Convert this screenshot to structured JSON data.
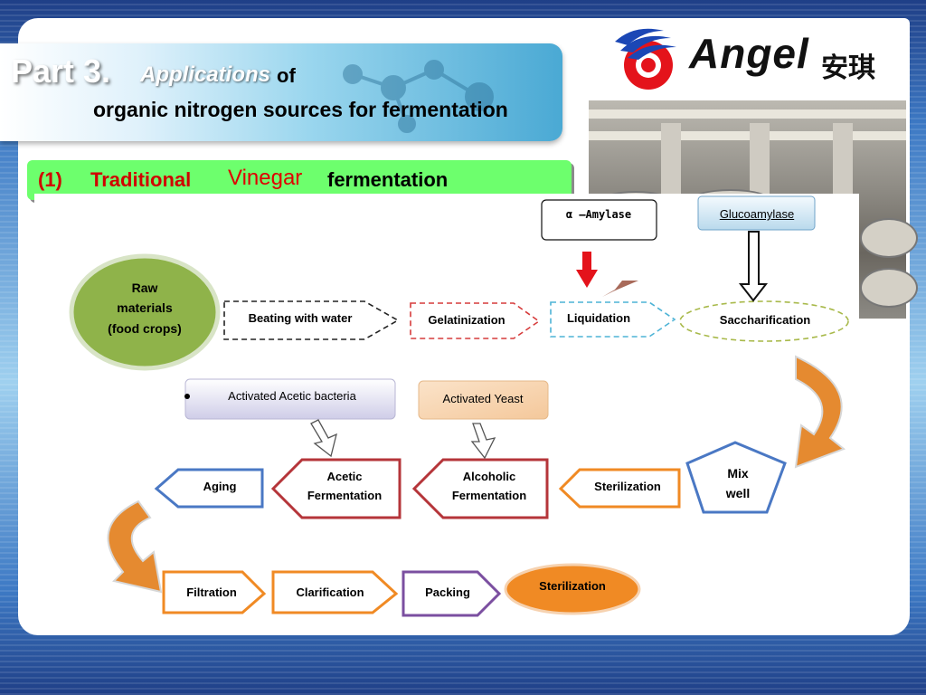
{
  "slide": {
    "part": "Part 3.",
    "applications": "Applications",
    "of": "of",
    "line2": "organic nitrogen sources for fermentation",
    "logo_text": "Angel",
    "logo_cn": "安琪",
    "subtitle_num": "(1)",
    "subtitle_traditional": "Traditional",
    "subtitle_vinegar": "Vinegar",
    "subtitle_fermentation": "fermentation"
  },
  "enzymes": {
    "alpha_amylase": "α –Amylase",
    "glucoamylase": "Glucoamylase"
  },
  "steps": {
    "raw": [
      "Raw",
      "materials",
      "(food crops)"
    ],
    "beating": "Beating with water",
    "gelatinization": "Gelatinization",
    "liquidation": "Liquidation",
    "saccharification": "Saccharification",
    "mix_well": [
      "Mix",
      "well"
    ],
    "sterilization1": "Sterilization",
    "alcoholic": [
      "Alcoholic",
      "Fermentation"
    ],
    "acetic": [
      "Acetic",
      "Fermentation"
    ],
    "aging": "Aging",
    "filtration": "Filtration",
    "clarification": "Clarification",
    "packing": "Packing",
    "sterilization2": "Sterilization"
  },
  "inputs": {
    "acetic_bacteria": "Activated Acetic bacteria",
    "yeast": "Activated Yeast"
  },
  "colors": {
    "green_bar": "#6dff6d",
    "red_text": "#d00000",
    "orange": "#f08a24",
    "blue": "#4a78c4",
    "red_border": "#b5353a",
    "purple": "#7b4fa0",
    "olive_circle": "#8fb34a"
  }
}
